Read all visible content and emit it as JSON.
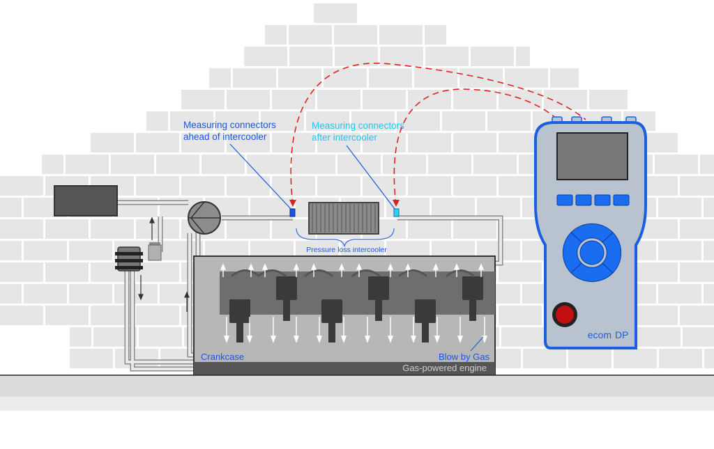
{
  "labels": {
    "ahead_line1": "Measuring connectors",
    "ahead_line2": "ahead of intercooler",
    "after_line1": "Measuring connectors",
    "after_line2": "after intercooler",
    "pressure_loss": "Pressure loss intercooler",
    "crankcase": "Crankcase",
    "blow_by": "Blow by Gas",
    "engine": "Gas-powered engine"
  },
  "device": {
    "brand": "ecom",
    "model": "DP"
  },
  "colors": {
    "wall_brick": "#e6e6e6",
    "wall_mortar": "#ffffff",
    "ground": "#e0e0e0",
    "ground_line": "#555555",
    "engine_body": "#b8b8b8",
    "engine_dark": "#6e6e6e",
    "pipe": "#cfcfcf",
    "device_body": "#b9c3cf",
    "device_border": "#1a5fe0",
    "device_button": "#1a6cf0",
    "red_button": "#c21010",
    "signal_dashed": "#e02020",
    "label_blue": "#1a55e0",
    "label_cyan": "#22c4f0"
  }
}
